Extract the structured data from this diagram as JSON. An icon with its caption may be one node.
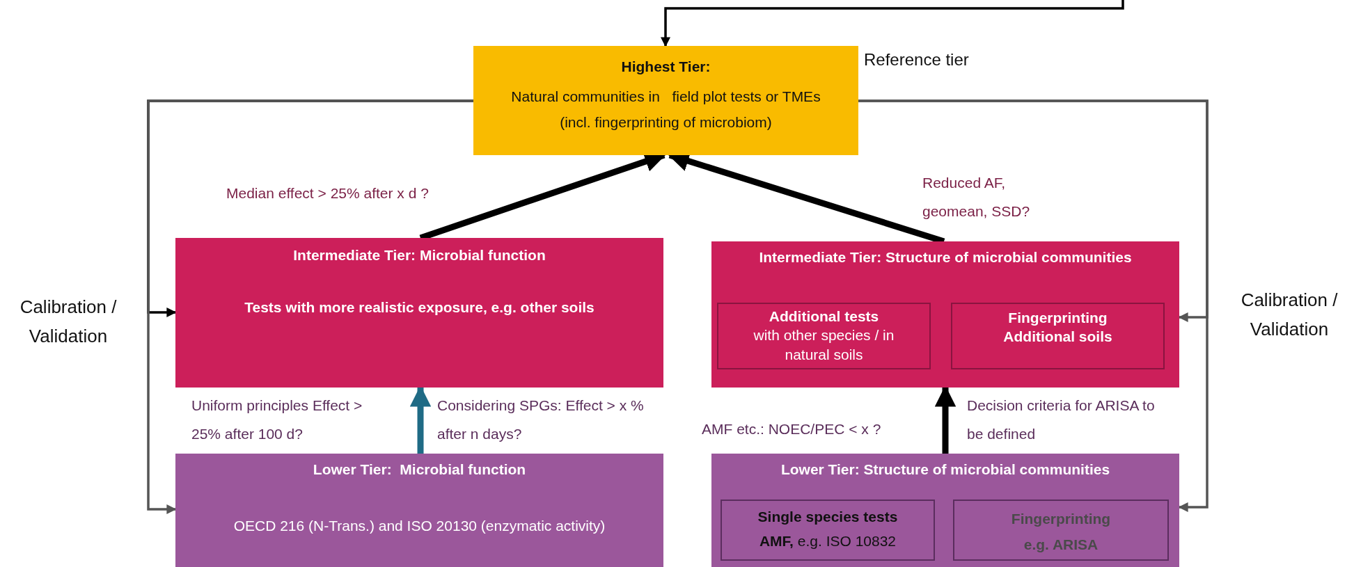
{
  "diagram": {
    "nodes": [
      {
        "text": [
          "Highest Tier:",
          "Natural communities in   field plot tests or TMEs (incl. fingerprinting of microbiom)"
        ],
        "beside": [
          "Reference tier"
        ]
      },
      {
        "text": [
          "Intermediate Tier: Microbial function",
          "Tests with more realistic exposure, e.g. other soils"
        ]
      },
      {
        "text": [
          "Intermediate Tier: Structure of microbial communities"
        ]
      },
      {
        "text": [
          "Additional tests",
          "with other species / in natural soils"
        ],
        "in": 2
      },
      {
        "text": [
          "Fingerprinting Additional soils"
        ],
        "in": 2
      },
      {
        "text": [
          "Lower Tier:  Microbial function",
          "OECD 216 (N-Trans.) and ISO 20130 (enzymatic activity)"
        ]
      },
      {
        "text": [
          "Lower Tier: Structure of microbial communities"
        ]
      },
      {
        "text": [
          "Single species tests",
          "**AMF,** e.g. ISO 10832"
        ],
        "in": 6
      },
      {
        "text": [
          "Fingerprinting e.g. ARISA"
        ],
        "in": 6
      }
    ],
    "edges": [
      {
        "from": null,
        "to": 0,
        "arrow": "to"
      },
      {
        "from": 0,
        "to": 1,
        "arrow": "to"
      },
      {
        "from": 0,
        "to": 5,
        "arrow": "to",
        "color": "#555555"
      },
      {
        "from": 0,
        "to": 2,
        "arrow": "to",
        "color": "#555555"
      },
      {
        "from": 0,
        "to": 6,
        "arrow": "to",
        "color": "#555555"
      },
      {
        "from": 1,
        "to": 0,
        "arrow": "to",
        "style": "thick"
      },
      {
        "from": 2,
        "to": 0,
        "arrow": "to",
        "style": "thick"
      },
      {
        "from": 5,
        "to": 1,
        "arrow": "to",
        "style": "thick",
        "color": "#1f6b85"
      },
      {
        "from": 6,
        "to": 2,
        "arrow": "to",
        "style": "thick"
      }
    ],
    "labels": [
      "Median effect > 25% after x d ?",
      "Reduced AF, geomean, SSD?",
      "Calibration / Validation",
      "Calibration / Validation",
      "Uniform principles Effect > 25% after 100 d?",
      "Considering SPGs: Effect > x % after n days?",
      "AMF etc.: NOEC/PEC < x ?",
      "Decision criteria for ARISA to be defined"
    ]
  }
}
